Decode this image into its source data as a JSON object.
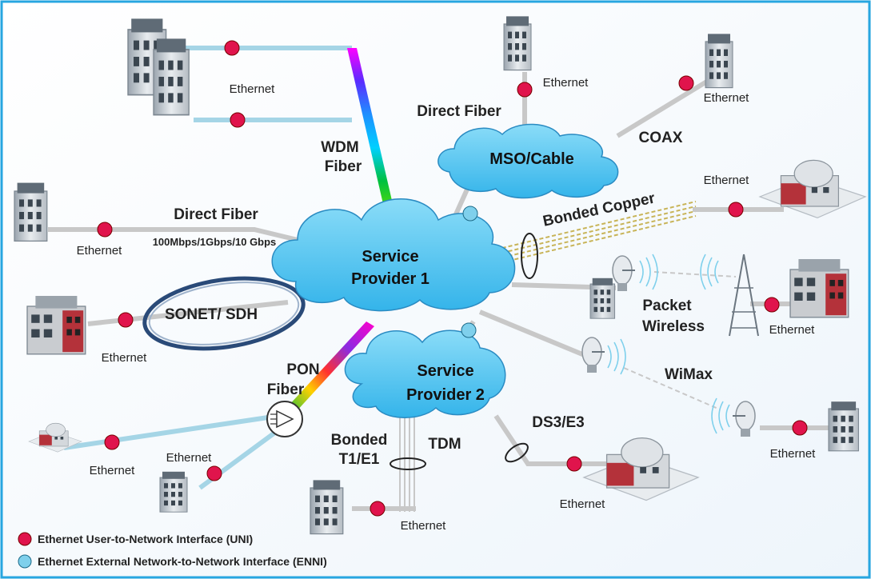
{
  "clouds": {
    "sp1": [
      "Service",
      "Provider 1"
    ],
    "sp2": [
      "Service",
      "Provider 2"
    ],
    "mso": "MSO/Cable"
  },
  "links": {
    "wdm": [
      "WDM",
      "Fiber"
    ],
    "direct_fiber_left": "Direct Fiber",
    "speeds": "100Mbps/1Gbps/10 Gbps",
    "sonet": "SONET/ SDH",
    "pon": [
      "PON",
      "Fiber"
    ],
    "bonded_t1": [
      "Bonded",
      "T1/E1"
    ],
    "tdm": "TDM",
    "ds3": "DS3/E3",
    "direct_fiber_top": "Direct Fiber",
    "coax": "COAX",
    "bonded_copper": "Bonded Copper",
    "packet_wireless": [
      "Packet",
      "Wireless"
    ],
    "wimax": "WiMax"
  },
  "ethernet_label": "Ethernet",
  "legend": {
    "uni": "Ethernet User-to-Network Interface (UNI)",
    "enni": "Ethernet External Network-to-Network Interface (ENNI)"
  },
  "colors": {
    "uni": "#e0144c",
    "enni": "#7fd0ec",
    "cloud": "#5ec8f0",
    "link": "#c8c8c8",
    "fiber": "#a5d5e6",
    "border": "#27a6e0"
  }
}
